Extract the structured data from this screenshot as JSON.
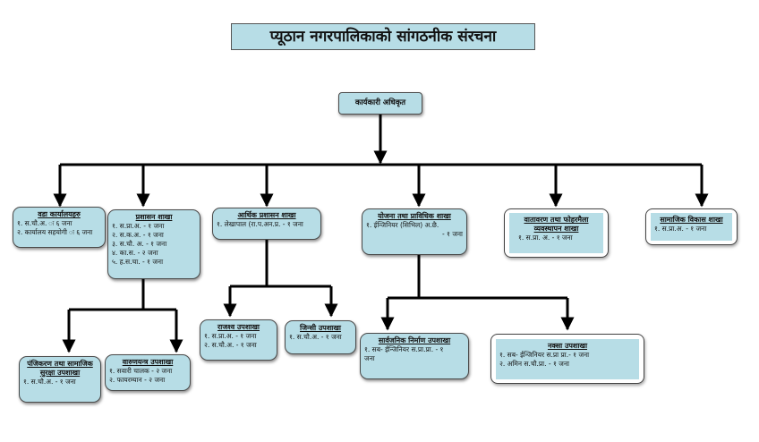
{
  "title": "प्यूठान नगरपालिकाको  सांगठनीक संरचना",
  "root": "कार्यकारी अधिकृत",
  "units": [
    {
      "name": "वडा कार्यालयहरु",
      "lines": [
        "१. स.चौ.अ. ः ६ जना",
        "२. कार्यालय सहयोगी  ः ६ जना"
      ]
    },
    {
      "name": "प्रशासन शाखा",
      "lines": [
        "१. स.प्रा.अ. - १ जना",
        "२. स.क.अ. - १ जना",
        "३. स.चौ. अ. - १ जना",
        "४. का.स. - २ जना",
        "५. ह.स.चा. - १ जना"
      ]
    },
    {
      "name": "आर्थिक प्रशासन शाखा",
      "lines": [
        "१. लेखापाल (रा.प.अन.प्र. - १ जना"
      ]
    },
    {
      "name": "योजना तथा प्राविधिक शाखा",
      "lines": [
        "१. ईन्जिनियर (सिभिल) अ.छै.",
        "- १ जना"
      ]
    },
    {
      "name": "वातावरण तथा फोहरमैला व्यवस्थापन शाखा",
      "lines": [
        "१. स.प्रा. अ. - १ जना"
      ]
    },
    {
      "name": "सामाजिक विकास शाखा",
      "lines": [
        "१. स.प्रा.अ. - १ जना"
      ]
    },
    {
      "name": "पंजिकरण तथा सामाजिक सुरक्षा उपशाखा",
      "lines": [
        "१. स.चौ.अ. - १ जना"
      ]
    },
    {
      "name": "वारुणयन्त्र उपशाखा",
      "lines": [
        "१. सवारी चालक - २ जना",
        "२. फायरम्यान - २ जना"
      ]
    },
    {
      "name": "राजश्व उपशाखा",
      "lines": [
        "१. स.प्रा.अ. - १ जना",
        "२. स.चौ.अ. - १ जना"
      ]
    },
    {
      "name": "जिन्सी उपशाखा",
      "lines": [
        "१. स.चौ.अ. - १ जना"
      ]
    },
    {
      "name": "सार्वजनिक निर्माण उपशाखा",
      "lines": [
        "१. सब- ईन्जिनियर स.प्रा.प्रा. - १",
        "जना"
      ]
    },
    {
      "name": "नक्सा उपशाखा",
      "lines": [
        "१. सब- ईन्जिनियर स.प्रा प्रा.- १ जना",
        "२. अमिन स.चौ.प्रा. - १ जना"
      ]
    }
  ]
}
